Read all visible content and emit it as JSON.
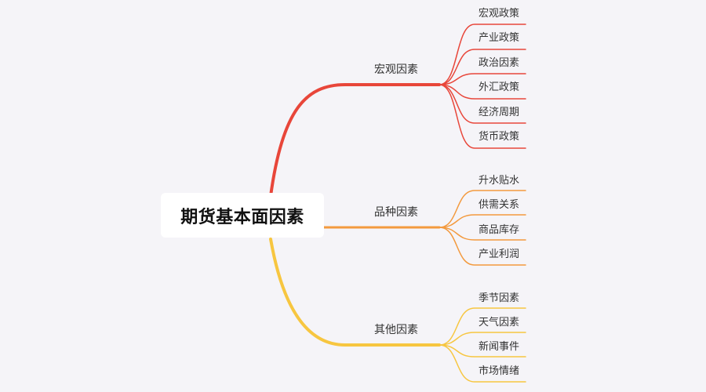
{
  "root": {
    "label": "期货基本面因素"
  },
  "branches": [
    {
      "label": "宏观因素",
      "color": "#e8463a",
      "children": [
        "宏观政策",
        "产业政策",
        "政治因素",
        "外汇政策",
        "经济周期",
        "货币政策"
      ]
    },
    {
      "label": "品种因素",
      "color": "#f39a3e",
      "children": [
        "升水贴水",
        "供需关系",
        "商品库存",
        "产业利润"
      ]
    },
    {
      "label": "其他因素",
      "color": "#f7c640",
      "children": [
        "季节因素",
        "天气因素",
        "新闻事件",
        "市场情绪"
      ]
    }
  ]
}
